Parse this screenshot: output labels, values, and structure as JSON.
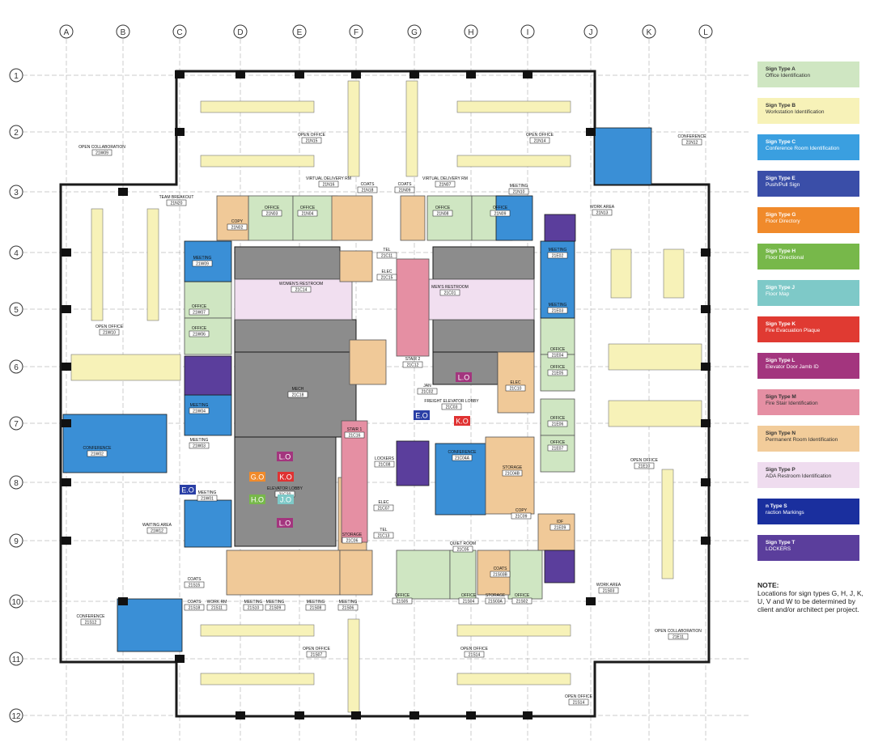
{
  "grid": {
    "columns": [
      "A",
      "B",
      "C",
      "D",
      "E",
      "F",
      "G",
      "H",
      "I",
      "J",
      "K",
      "L"
    ],
    "rows": [
      "1",
      "2",
      "3",
      "4",
      "5",
      "6",
      "7",
      "8",
      "9",
      "10",
      "11",
      "12"
    ]
  },
  "colors": {
    "wall": "#1a1a1a",
    "core": "#8c8c8c",
    "core_light": "#b3b3b3",
    "workstation": "#f7f2b8",
    "office": "#cfe6c2",
    "conference": "#3a8fd6",
    "restroom": "#f1dff0",
    "room": "#f0c998",
    "stair": "#e58fa3",
    "locker": "#5b3e9c",
    "push": "#2a3fa6"
  },
  "rooms": [
    {
      "name": "OPEN COLLABORATION",
      "num": "21W09"
    },
    {
      "name": "OPEN OFFICE",
      "num": "21N15"
    },
    {
      "name": "OPEN OFFICE",
      "num": "21N14"
    },
    {
      "name": "CONFERENCE",
      "num": "21N12"
    },
    {
      "name": "VIRTUAL DELIVERY RM",
      "num": "21N16"
    },
    {
      "name": "COATS",
      "num": "21N18"
    },
    {
      "name": "COATS",
      "num": "21N09"
    },
    {
      "name": "VIRTUAL DELIVERY RM",
      "num": "21N07"
    },
    {
      "name": "MEETING",
      "num": "21N10"
    },
    {
      "name": "TEAM BREAKOUT",
      "num": "21N20"
    },
    {
      "name": "WORK AREA",
      "num": "21N13"
    },
    {
      "name": "COPY",
      "num": "21N02"
    },
    {
      "name": "OFFICE",
      "num": "21N03"
    },
    {
      "name": "OFFICE",
      "num": "21N04"
    },
    {
      "name": "OFFICE",
      "num": "21N08"
    },
    {
      "name": "OFFICE",
      "num": "21N09"
    },
    {
      "name": "MEETING",
      "num": "21W09"
    },
    {
      "name": "TEL",
      "num": "21C11"
    },
    {
      "name": "ELEC",
      "num": "21C15"
    },
    {
      "name": "WOMEN'S RESTROOM",
      "num": "21C14"
    },
    {
      "name": "MEN'S RESTROOM",
      "num": "21C01"
    },
    {
      "name": "MEETING",
      "num": "21E02"
    },
    {
      "name": "OFFICE",
      "num": "21W07"
    },
    {
      "name": "OFFICE",
      "num": "21W06"
    },
    {
      "name": "OPEN OFFICE",
      "num": "21W10"
    },
    {
      "name": "MEETING",
      "num": "21E03"
    },
    {
      "name": "OFFICE",
      "num": "21E04"
    },
    {
      "name": "OFFICE",
      "num": "21E05"
    },
    {
      "name": "MECH",
      "num": "21C18"
    },
    {
      "name": "STAIR 2",
      "num": "21C12"
    },
    {
      "name": "JAN",
      "num": "21C02"
    },
    {
      "name": "ELEC",
      "num": "21C10"
    },
    {
      "name": "FREIGHT ELEVATOR LOBBY",
      "num": "21C03"
    },
    {
      "name": "MEETING",
      "num": "21W04"
    },
    {
      "name": "OFFICE",
      "num": "21E06"
    },
    {
      "name": "CONFERENCE",
      "num": "21W02"
    },
    {
      "name": "STAIR 1",
      "num": "21C16"
    },
    {
      "name": "OFFICE",
      "num": "21E07"
    },
    {
      "name": "LOCKERS",
      "num": "21C08"
    },
    {
      "name": "CONFERENCE",
      "num": "21C04A"
    },
    {
      "name": "STORAGE",
      "num": "21C04B"
    },
    {
      "name": "OPEN OFFICE",
      "num": "21E10"
    },
    {
      "name": "MEETING",
      "num": "21W03"
    },
    {
      "name": "ELEVATOR LOBBY",
      "num": "21C20"
    },
    {
      "name": "MEETING",
      "num": "21W01"
    },
    {
      "name": "COPY",
      "num": "21C09"
    },
    {
      "name": "ELEC",
      "num": "21C07"
    },
    {
      "name": "IDF",
      "num": "21E09"
    },
    {
      "name": "WAITING AREA",
      "num": "21W12"
    },
    {
      "name": "STORAGE",
      "num": "21C06"
    },
    {
      "name": "TEL",
      "num": "21C13"
    },
    {
      "name": "QUIET ROOM",
      "num": "21C05"
    },
    {
      "name": "COATS",
      "num": "21S03B"
    },
    {
      "name": "COATS",
      "num": "21S15"
    },
    {
      "name": "WORK AREA",
      "num": "21S03"
    },
    {
      "name": "COATS",
      "num": "21S18"
    },
    {
      "name": "WORK RM",
      "num": "21S11"
    },
    {
      "name": "MEETING",
      "num": "21S10"
    },
    {
      "name": "MEETING",
      "num": "21S09"
    },
    {
      "name": "MEETING",
      "num": "21S08"
    },
    {
      "name": "MEETING",
      "num": "21S06"
    },
    {
      "name": "OFFICE",
      "num": "21S05"
    },
    {
      "name": "OFFICE",
      "num": "21S04"
    },
    {
      "name": "STORAGE",
      "num": "21S03A"
    },
    {
      "name": "OFFICE",
      "num": "21S02"
    },
    {
      "name": "CONFERENCE",
      "num": "21S12"
    },
    {
      "name": "OPEN COLLABORATION",
      "num": "21E11"
    },
    {
      "name": "OPEN OFFICE",
      "num": "21S07"
    },
    {
      "name": "OPEN OFFICE",
      "num": "21S14"
    },
    {
      "name": "OPEN OFFICE",
      "num": "21S14"
    }
  ],
  "markers": [
    {
      "label": "L.O",
      "color": "#a3357e"
    },
    {
      "label": "K.O",
      "color": "#e03232"
    },
    {
      "label": "E.O",
      "color": "#2a3fa6"
    },
    {
      "label": "L.O",
      "color": "#a3357e"
    },
    {
      "label": "G.O",
      "color": "#f08a2b"
    },
    {
      "label": "K.O",
      "color": "#e03232"
    },
    {
      "label": "H.O",
      "color": "#77b84a"
    },
    {
      "label": "J.O",
      "color": "#7ec9c8"
    },
    {
      "label": "L.O",
      "color": "#a3357e"
    },
    {
      "label": "E.O",
      "color": "#2a3fa6"
    }
  ],
  "legend": [
    {
      "type": "Sign Type A",
      "desc": "Office Identification",
      "color": "#cfe6c2",
      "text_color": "#333333"
    },
    {
      "type": "Sign Type B",
      "desc": "Workstation Identification",
      "color": "#f7f2b8",
      "text_color": "#333333"
    },
    {
      "type": "Sign Type C",
      "desc": "Conference Room Identification",
      "color": "#3a9fe0",
      "text_color": "#ffffff"
    },
    {
      "type": "Sign Type E",
      "desc": "Push/Pull Sign",
      "color": "#3a4ea8",
      "text_color": "#ffffff"
    },
    {
      "type": "Sign Type G",
      "desc": "Floor Directory",
      "color": "#f08a2b",
      "text_color": "#ffffff"
    },
    {
      "type": "Sign Type H",
      "desc": "Floor Directional",
      "color": "#77b84a",
      "text_color": "#ffffff"
    },
    {
      "type": "Sign Type J",
      "desc": "Floor Map",
      "color": "#7ec9c8",
      "text_color": "#ffffff"
    },
    {
      "type": "Sign Type K",
      "desc": "Fire Evacuation Plaque",
      "color": "#e03a32",
      "text_color": "#ffffff"
    },
    {
      "type": "Sign Type L",
      "desc": "Elevator Door Jamb ID",
      "color": "#a3357e",
      "text_color": "#ffffff"
    },
    {
      "type": "Sign Type M",
      "desc": "Fire Stair Identification",
      "color": "#e58fa3",
      "text_color": "#333333"
    },
    {
      "type": "Sign Type N",
      "desc": "Permanent Room Identification",
      "color": "#f2cc9a",
      "text_color": "#333333"
    },
    {
      "type": "Sign Type P",
      "desc": "ADA Restroom Identification",
      "color": "#efdcef",
      "text_color": "#333333"
    },
    {
      "type": "n Type S",
      "desc": "raction Markings",
      "color": "#1a2f9e",
      "text_color": "#ffffff"
    },
    {
      "type": "Sign Type T",
      "desc": "LOCKERS",
      "color": "#5b3e9c",
      "text_color": "#ffffff"
    }
  ],
  "note": {
    "heading": "NOTE:",
    "text": "Locations for sign types G, H, J, K, U, V and W to be determined by client and/or architect per project."
  }
}
